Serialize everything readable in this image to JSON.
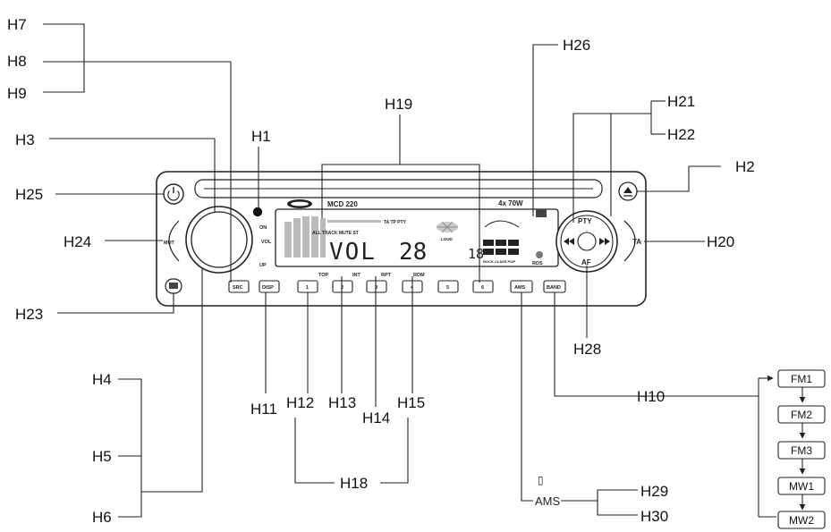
{
  "radio": {
    "model": "MCD 220",
    "power": "4x 70W",
    "lcd_icons": "TA TP PTY",
    "lcd_mode": "ALL TRACK MUTE ST",
    "lcd_text": "VOL",
    "lcd_number": "28",
    "lcd_sub": "18",
    "lcd_side": "LOUD",
    "lcd_eq": "ROCK CLASS POP",
    "rds": "RDS",
    "knob_on": "ON",
    "knob_vol": "VOL",
    "knob_up": "UP",
    "knob_left": "MUT",
    "ta": "TA",
    "pty": "PTY",
    "af": "AF",
    "btn_labels": [
      "SRC",
      "DISP",
      "1",
      "2",
      "3",
      "4",
      "5",
      "6",
      "AMS",
      "BAND"
    ],
    "btn_toplabels": [
      "TOP",
      "INT",
      "RPT",
      "RDM"
    ]
  },
  "labels": {
    "h1": "H1",
    "h2": "H2",
    "h3": "H3",
    "h4": "H4",
    "h5": "H5",
    "h6": "H6",
    "h7": "H7",
    "h8": "H8",
    "h9": "H9",
    "h10": "H10",
    "h11": "H11",
    "h12": "H12",
    "h13": "H13",
    "h14": "H14",
    "h15": "H15",
    "h18": "H18",
    "h19": "H19",
    "h20": "H20",
    "h21": "H21",
    "h22": "H22",
    "h23": "H23",
    "h24": "H24",
    "h25": "H25",
    "h26": "H26",
    "h28": "H28",
    "h29": "H29",
    "h30": "H30",
    "ams": "AMS",
    "glyph": "▯"
  },
  "bands": [
    "FM1",
    "FM2",
    "FM3",
    "MW1",
    "MW2"
  ]
}
